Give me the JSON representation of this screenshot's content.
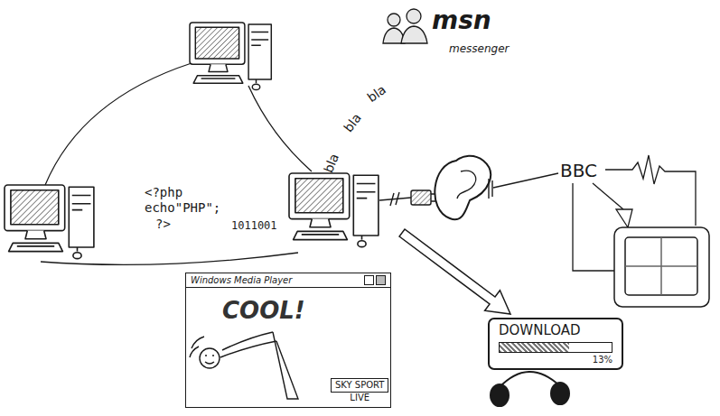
{
  "diagram": {
    "nodes": [
      {
        "text": [
          "Windows Media Player",
          "COOL!"
        ]
      },
      {
        "text": [
          "SKY SPORT",
          "LIVE"
        ],
        "in": 0
      },
      {
        "text": [
          "DOWNLOAD",
          "13%"
        ]
      }
    ],
    "labels": [
      "bla",
      "bla",
      "bla",
      "msn",
      "messenger",
      "<?php",
      "echo\"PHP\";",
      "?>",
      "1011001",
      "BBC"
    ]
  }
}
